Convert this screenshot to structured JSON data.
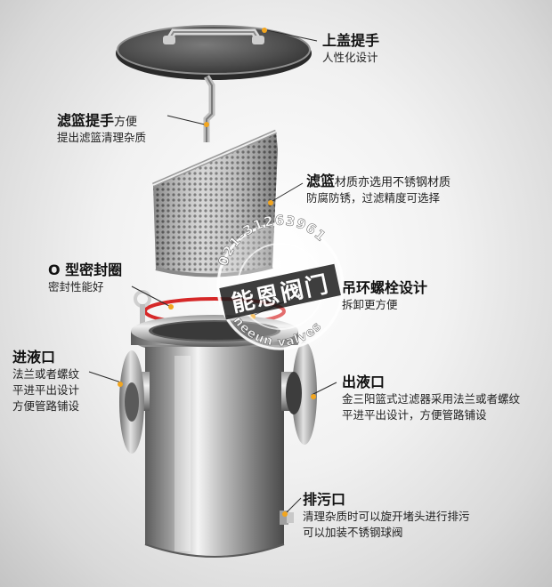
{
  "labels": {
    "lid": {
      "title": "上盖提手",
      "desc": [
        "人性化设计"
      ]
    },
    "handle": {
      "title": "滤篮提手",
      "title_suffix": "方便",
      "desc": [
        "提出滤篮清理杂质"
      ]
    },
    "basket": {
      "title": "滤篮",
      "title_suffix": "材质亦选用不锈钢材质",
      "desc": [
        "防腐防锈，过滤精度可选择"
      ]
    },
    "oring": {
      "title": "O 型密封圈",
      "desc": [
        "密封性能好"
      ]
    },
    "bolt": {
      "title": "吊环螺栓设计",
      "desc": [
        "拆卸更方便"
      ]
    },
    "inlet": {
      "title": "进液口",
      "desc": [
        "法兰或者螺纹",
        "平进平出设计",
        "方便管路铺设"
      ]
    },
    "outlet": {
      "title": "出液口",
      "desc": [
        "金三阳篮式过滤器采用法兰或者螺纹",
        "平进平出设计，方便管路铺设"
      ]
    },
    "drain": {
      "title": "排污口",
      "desc": [
        "清理杂质时可以旋开堵头进行排污",
        "可以加装不锈钢球阀"
      ]
    }
  },
  "watermark": {
    "phone": "021-31263961",
    "name": "能恩阀门",
    "brand": "neeun valves"
  }
}
